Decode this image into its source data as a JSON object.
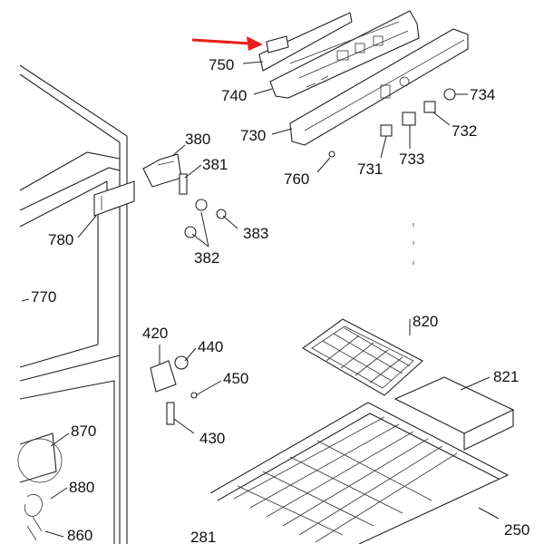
{
  "diagram": {
    "arrow_color": "#e8201a",
    "callouts": [
      {
        "id": "p750",
        "text": "750"
      },
      {
        "id": "p740",
        "text": "740"
      },
      {
        "id": "p730",
        "text": "730"
      },
      {
        "id": "p760",
        "text": "760"
      },
      {
        "id": "p731",
        "text": "731"
      },
      {
        "id": "p733",
        "text": "733"
      },
      {
        "id": "p732",
        "text": "732"
      },
      {
        "id": "p734",
        "text": "734"
      },
      {
        "id": "p380",
        "text": "380"
      },
      {
        "id": "p381",
        "text": "381"
      },
      {
        "id": "p383",
        "text": "383"
      },
      {
        "id": "p382",
        "text": "382"
      },
      {
        "id": "p780",
        "text": "780"
      },
      {
        "id": "p770",
        "text": "770"
      },
      {
        "id": "p420",
        "text": "420"
      },
      {
        "id": "p440",
        "text": "440"
      },
      {
        "id": "p450",
        "text": "450"
      },
      {
        "id": "p430",
        "text": "430"
      },
      {
        "id": "p870",
        "text": "870"
      },
      {
        "id": "p880",
        "text": "880"
      },
      {
        "id": "p860",
        "text": "860"
      },
      {
        "id": "p820",
        "text": "820"
      },
      {
        "id": "p821",
        "text": "821"
      },
      {
        "id": "p281",
        "text": "281"
      },
      {
        "id": "p250",
        "text": "250"
      }
    ]
  }
}
